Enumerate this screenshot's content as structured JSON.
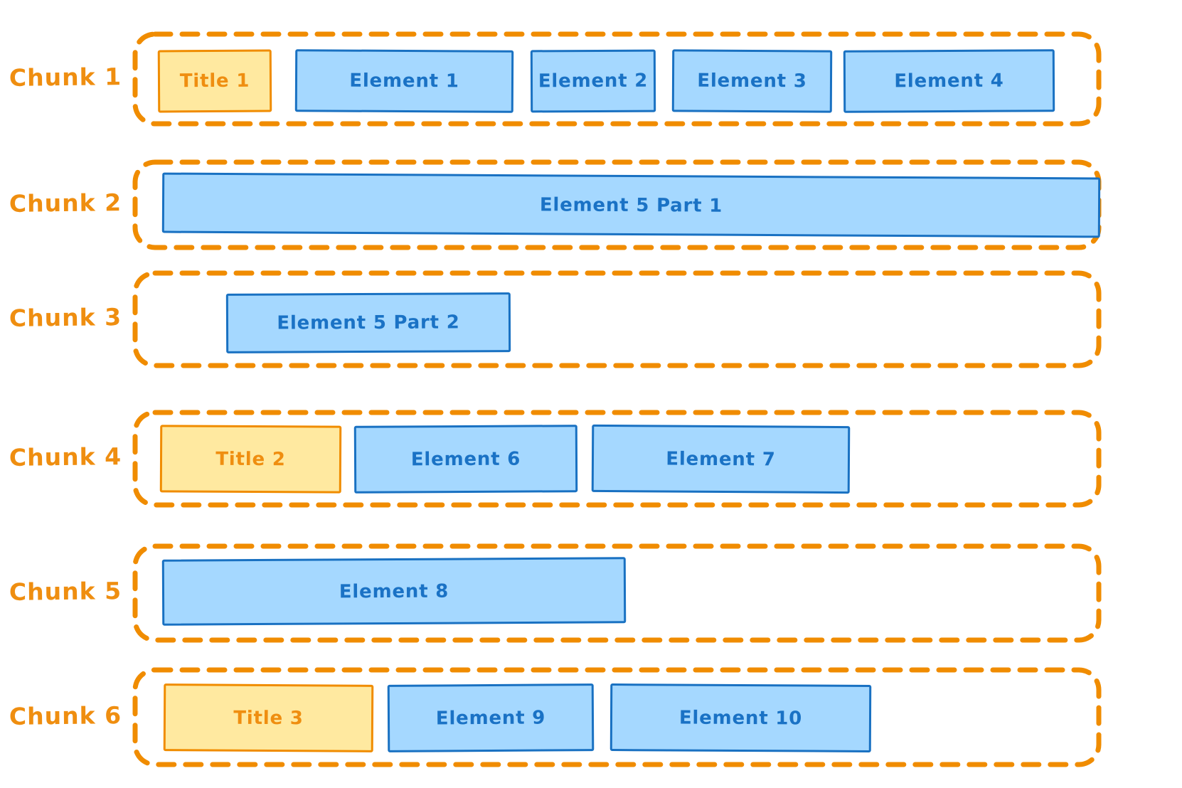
{
  "diagram": {
    "description": "Document chunking diagram with titles and elements grouped into chunks",
    "colors": {
      "chunk_outline": "#f08c00",
      "chunk_label_text": "#ef8e10",
      "title_fill": "#ffe9a0",
      "title_border": "#f08c00",
      "title_text": "#ef8e10",
      "element_fill": "#a5d8ff",
      "element_border": "#1971c2",
      "element_text": "#1a72c5"
    },
    "chunks": [
      {
        "label": "Chunk 1",
        "boxes": [
          {
            "text": "Title 1",
            "kind": "title"
          },
          {
            "text": "Element 1",
            "kind": "element"
          },
          {
            "text": "Element 2",
            "kind": "element"
          },
          {
            "text": "Element 3",
            "kind": "element"
          },
          {
            "text": "Element 4",
            "kind": "element"
          }
        ]
      },
      {
        "label": "Chunk 2",
        "boxes": [
          {
            "text": "Element 5 Part 1",
            "kind": "element"
          }
        ]
      },
      {
        "label": "Chunk 3",
        "boxes": [
          {
            "text": "Element 5 Part 2",
            "kind": "element"
          }
        ]
      },
      {
        "label": "Chunk 4",
        "boxes": [
          {
            "text": "Title 2",
            "kind": "title"
          },
          {
            "text": "Element 6",
            "kind": "element"
          },
          {
            "text": "Element 7",
            "kind": "element"
          }
        ]
      },
      {
        "label": "Chunk 5",
        "boxes": [
          {
            "text": "Element 8",
            "kind": "element"
          }
        ]
      },
      {
        "label": "Chunk 6",
        "boxes": [
          {
            "text": "Title 3",
            "kind": "title"
          },
          {
            "text": "Element 9",
            "kind": "element"
          },
          {
            "text": "Element 10",
            "kind": "element"
          }
        ]
      }
    ]
  }
}
